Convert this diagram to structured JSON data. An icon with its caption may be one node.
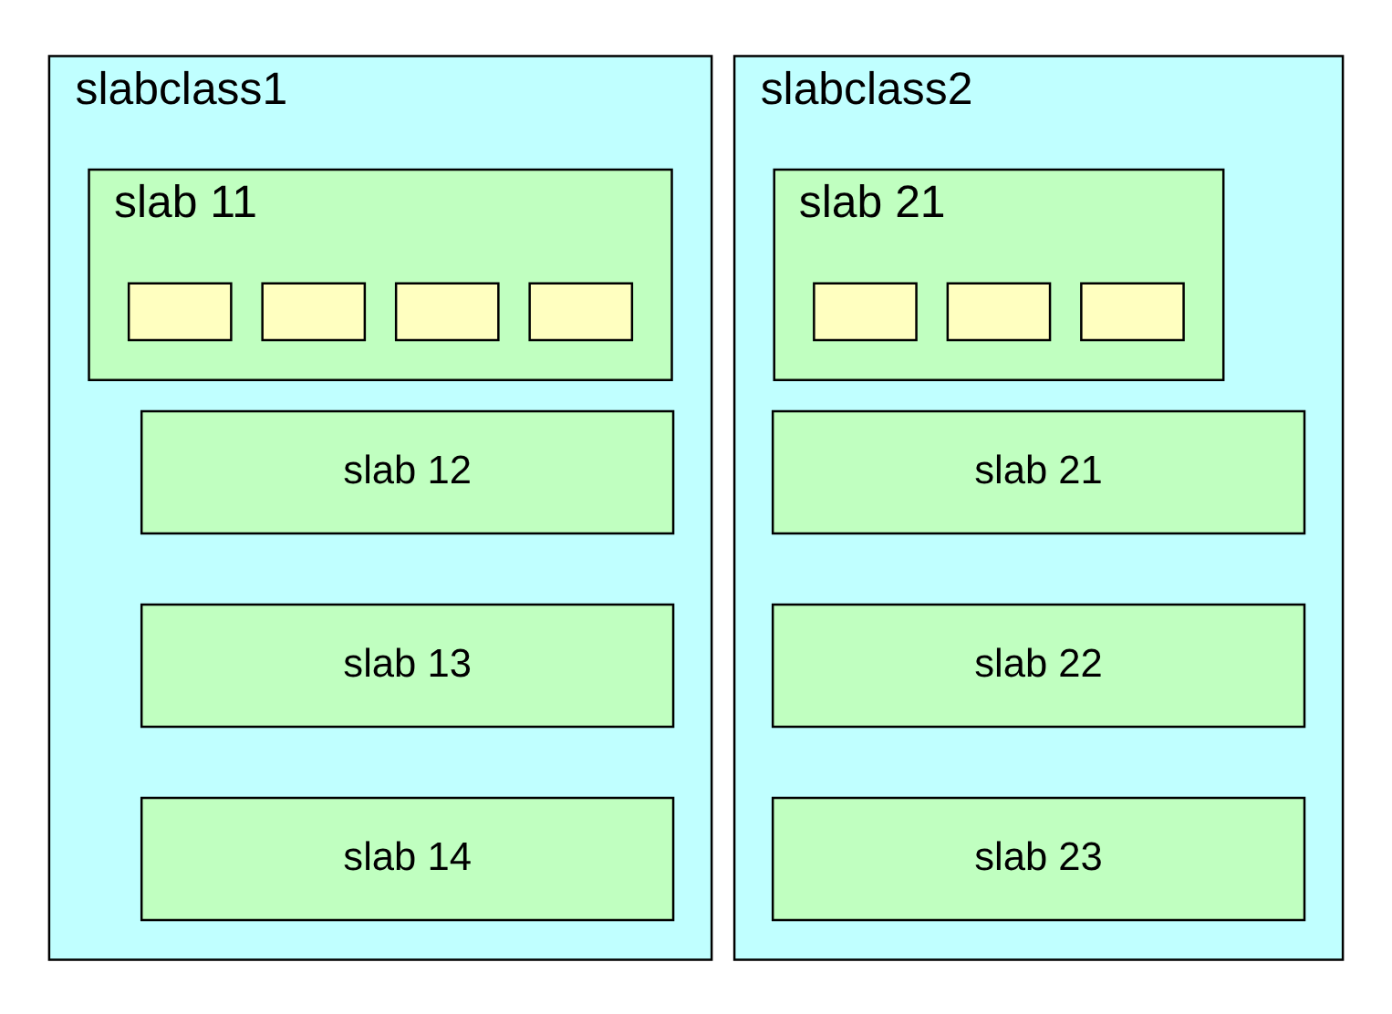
{
  "diagram": {
    "nodes": [
      {
        "text": [
          "slabclass1"
        ]
      },
      {
        "text": [
          "slab 11"
        ],
        "in": 0
      },
      {
        "text": [],
        "shape": "box",
        "in": 1
      },
      {
        "text": [],
        "shape": "box",
        "in": 1
      },
      {
        "text": [],
        "shape": "box",
        "in": 1
      },
      {
        "text": [],
        "shape": "box",
        "in": 1
      },
      {
        "text": [
          "slab 12"
        ],
        "in": 0
      },
      {
        "text": [
          "slab 13"
        ],
        "in": 0
      },
      {
        "text": [
          "slab 14"
        ],
        "in": 0
      },
      {
        "text": [
          "slabclass2"
        ]
      },
      {
        "text": [
          "slab 21"
        ],
        "in": 9
      },
      {
        "text": [],
        "shape": "box",
        "in": 10
      },
      {
        "text": [],
        "shape": "box",
        "in": 10
      },
      {
        "text": [],
        "shape": "box",
        "in": 10
      },
      {
        "text": [
          "slab 21"
        ],
        "in": 9
      },
      {
        "text": [
          "slab 22"
        ],
        "in": 9
      },
      {
        "text": [
          "slab 23"
        ],
        "in": 9
      }
    ]
  }
}
